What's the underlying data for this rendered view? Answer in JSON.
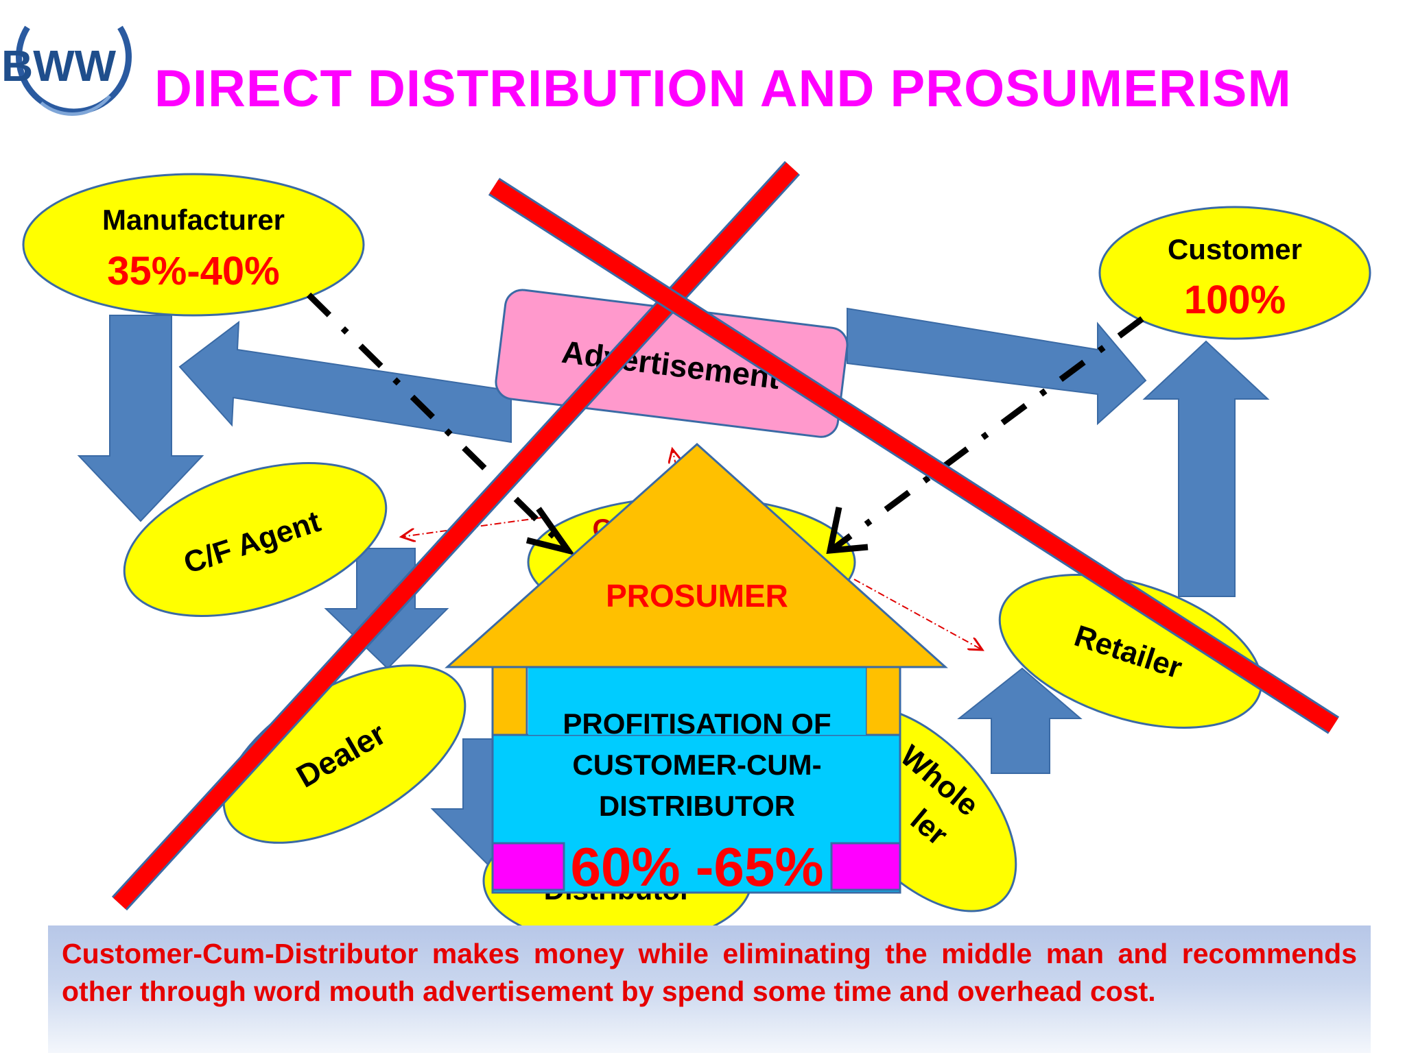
{
  "logo": {
    "text": "BWW"
  },
  "title": "DIRECT DISTRIBUTION AND PROSUMERISM",
  "nodes": {
    "manufacturer": {
      "label": "Manufacturer",
      "value": "35%-40%"
    },
    "customer": {
      "label": "Customer",
      "value": "100%"
    },
    "cf_agent": {
      "label": "C/F Agent"
    },
    "dealer": {
      "label": "Dealer"
    },
    "retailer": {
      "label": "Retailer"
    },
    "wholesaler_partial": {
      "line1": "Whole",
      "line2": "ler"
    },
    "distributor_partial": {
      "label": "Distributor"
    },
    "center_partial": {
      "label": "C"
    },
    "advertisement": {
      "label": "Advertisement"
    }
  },
  "house": {
    "roof_label": "PROSUMER",
    "body_line1": "PROFITISATION OF",
    "body_line2": "CUSTOMER-CUM-",
    "body_line3": "DISTRIBUTOR",
    "value": "60% -65%"
  },
  "caption": "Customer-Cum-Distributor makes money while eliminating the middle man and recommends other through word mouth advertisement by spend some time and overhead cost.",
  "colors": {
    "title": "#ff00ff",
    "ellipse_fill": "#ffff00",
    "arrow_fill": "#4f81bd",
    "advert_fill": "#ff99cc",
    "roof_fill": "#ffc000",
    "house_body": "#00ccff",
    "window_fill": "#ff00ff",
    "cross_line": "#ff0000",
    "value_text": "#ff0000"
  }
}
